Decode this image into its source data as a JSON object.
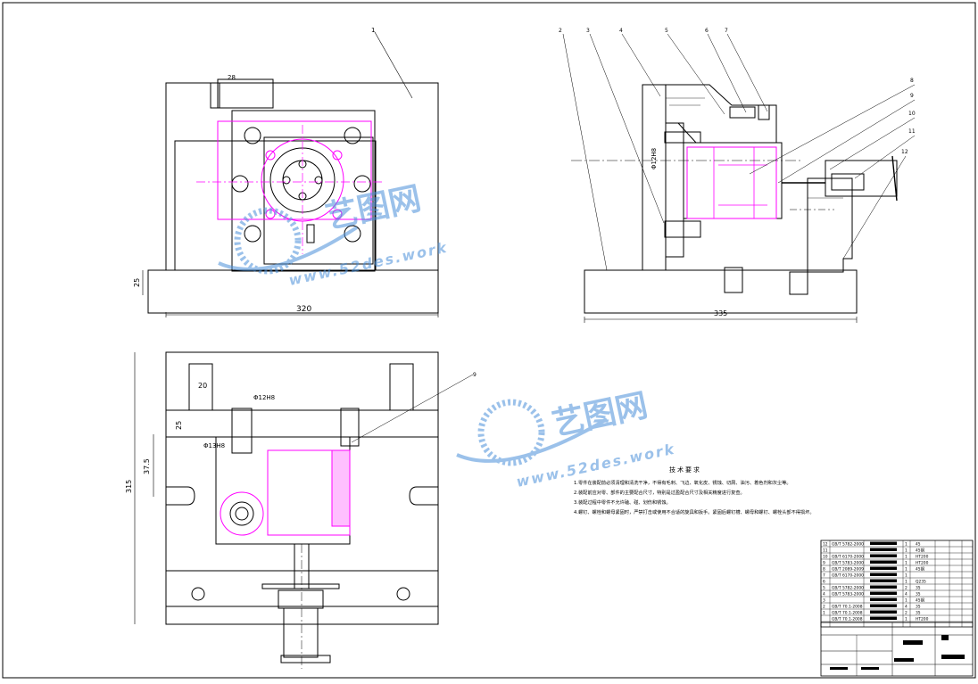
{
  "front_view": {
    "part_label": "1",
    "width_dim": "320",
    "base_dim": "25",
    "small_dim": "28"
  },
  "side_view": {
    "part_labels": [
      "2",
      "3",
      "4",
      "5",
      "6",
      "7",
      "8",
      "9",
      "10",
      "11",
      "12"
    ],
    "width_dim": "335",
    "dia_dim": "Φ12H8"
  },
  "top_view": {
    "dim_20": "20",
    "dim_25": "25",
    "dim_d12": "Φ12H8",
    "dim_d13": "Φ13H8",
    "dim_depth": "37.5",
    "dim_height": "315",
    "leader_label": "9"
  },
  "watermark": {
    "brand": "艺图网",
    "url": "www.52des.work"
  },
  "tech_req": {
    "title": "技术要求",
    "items": [
      "1.零件在装配前必须清理和清洗干净，不得有毛刺、飞边、氧化皮、锈蚀、切屑、油污、着色剂和灰尘等。",
      "2.装配前应对零、部件的主要配合尺寸，特别是过盈配合尺寸及相关精度进行复查。",
      "3.装配过程中零件不允许磕、碰、划伤和锈蚀。",
      "4.螺钉、螺栓和螺母紧固时，严禁打击或使用不合适的旋具和扳手。紧固后螺钉槽、螺母和螺钉、螺栓头部不得损坏。"
    ]
  },
  "bom": {
    "rows": [
      {
        "no": "12",
        "code": "GB/T 5782-2000",
        "qty": "1",
        "mat": "45"
      },
      {
        "no": "11",
        "code": "",
        "qty": "1",
        "mat": "45钢"
      },
      {
        "no": "10",
        "code": "GB/T 6170-2000",
        "qty": "1",
        "mat": "HT200"
      },
      {
        "no": "9",
        "code": "GB/T 5783-2000",
        "qty": "1",
        "mat": "HT200"
      },
      {
        "no": "8",
        "code": "GB/T 2089-2009",
        "qty": "1",
        "mat": "45钢"
      },
      {
        "no": "7",
        "code": "GB/T 6170-2000",
        "qty": "1",
        "mat": ""
      },
      {
        "no": "6",
        "code": "",
        "qty": "1",
        "mat": "Q235"
      },
      {
        "no": "5",
        "code": "GB/T 5782-2000",
        "qty": "2",
        "mat": "35"
      },
      {
        "no": "4",
        "code": "GB/T 5783-2000",
        "qty": "4",
        "mat": "35"
      },
      {
        "no": "3",
        "code": "",
        "qty": "1",
        "mat": "45钢"
      },
      {
        "no": "2",
        "code": "GB/T 70.1-2008",
        "qty": "4",
        "mat": "35"
      },
      {
        "no": "1",
        "code": "GB/T 70.1-2008",
        "qty": "2",
        "mat": "35"
      },
      {
        "no": "",
        "code": "GB/T 70.1-2008",
        "qty": "1",
        "mat": "HT200"
      }
    ]
  }
}
